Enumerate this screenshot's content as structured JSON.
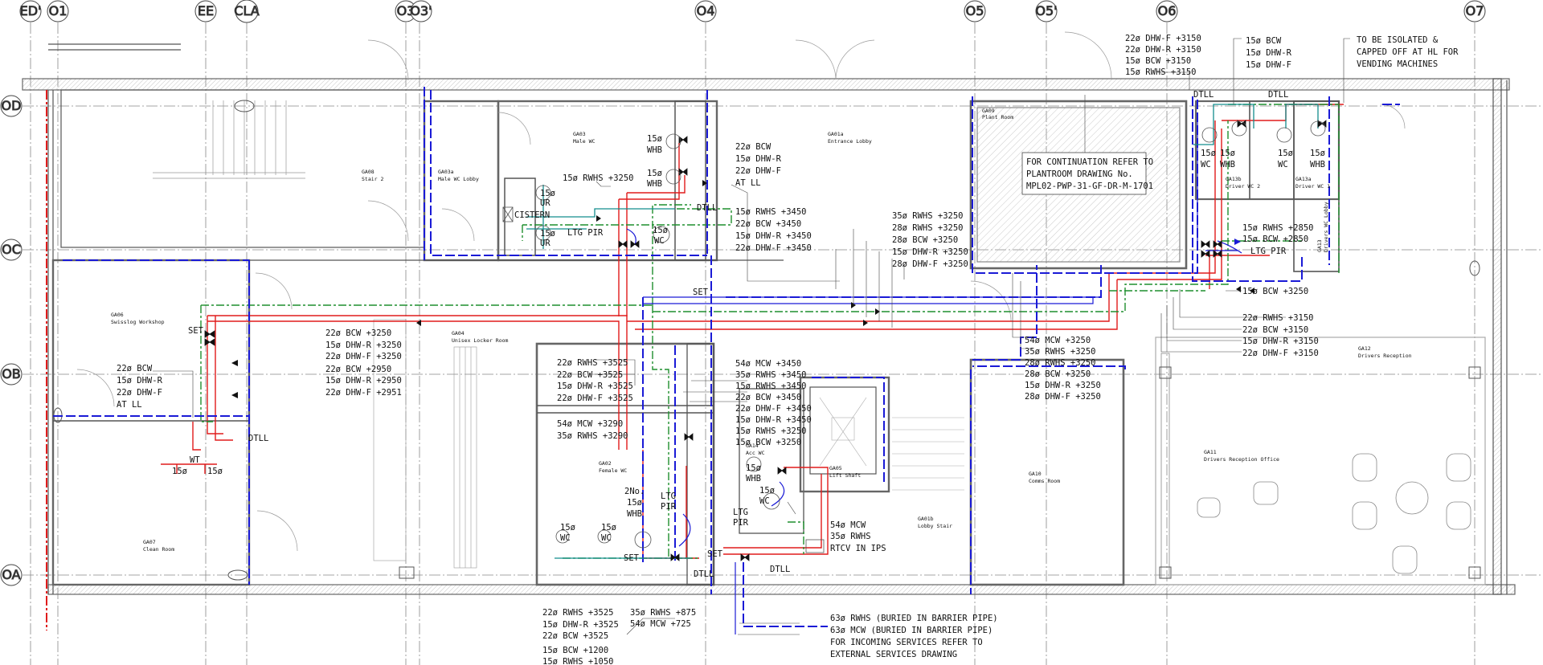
{
  "colors": {
    "bcw": "#1f8f2e",
    "hot": "#e01b1b",
    "rwhs": "#1a1ad6",
    "mcw": "#1a1ad6",
    "walls": "#555555",
    "grid": "#777777",
    "text": "#111111"
  },
  "grid": {
    "columns": [
      "ED'",
      "O1",
      "EE",
      "CLA",
      "O3",
      "O3'",
      "O4",
      "O5",
      "O5'",
      "O6",
      "O7"
    ],
    "rows": [
      "OD",
      "OC",
      "OB",
      "OA"
    ]
  },
  "rooms": {
    "ga08_code": "GA08",
    "ga08_name": "Stair 2",
    "ga03a_code": "GA03a",
    "ga03a_name": "Male WC Lobby",
    "ga03_code": "GA03",
    "ga03_name": "Male WC",
    "ga01a_code": "GA01a",
    "ga01a_name": "Entrance Lobby",
    "ga09_code": "GA09",
    "ga09_name": "Plant Room",
    "ga13b_code": "GA13b",
    "ga13b_name": "Driver WC 2",
    "ga13a_code": "GA13a",
    "ga13a_name": "Driver WC 1",
    "ga13_code": "GA13",
    "ga13_name": "Drivers WC Lobby",
    "ga06_code": "GA06",
    "ga06_name": "Swisslog Workshop",
    "ga04_code": "GA04",
    "ga04_name": "Unisex Locker Room",
    "ga02_code": "GA02",
    "ga02_name": "Female WC",
    "ga14_code": "GA14",
    "ga14_name": "Acc WC",
    "ga05_code": "GA05",
    "ga05_name": "Lift Shaft",
    "ga01b_code": "GA01b",
    "ga01b_name": "Lobby Stair",
    "ga10_code": "GA10",
    "ga10_name": "Comms Room",
    "ga11_code": "GA11",
    "ga11_name": "Drivers Reception Office",
    "ga12_code": "GA12",
    "ga12_name": "Drivers Reception",
    "ga07_code": "GA07",
    "ga07_name": "Clean Room"
  },
  "fixtures": {
    "whb": "WHB",
    "wc": "WC",
    "ur": "UR",
    "dia15": "15ø",
    "cistern": "CISTERN",
    "ltg_pir": "LTG PIR",
    "ltg": "LTG",
    "pir": "PIR",
    "set": "SET",
    "dtll": "DTLL",
    "wt": "WT",
    "two_no": "2No."
  },
  "notes": {
    "plantroom": [
      "FOR CONTINUATION REFER TO",
      "PLANTROOM DRAWING No.",
      "MPL02-PWP-31-GF-DR-M-1701"
    ],
    "vending": [
      "TO BE ISOLATED &",
      "CAPPED OFF AT HL FOR",
      "VENDING MACHINES"
    ],
    "incoming": [
      "63ø RWHS (BURIED IN BARRIER PIPE)",
      "63ø MCW (BURIED IN BARRIER PIPE)",
      "FOR INCOMING SERVICES REFER TO",
      "EXTERNAL SERVICES DRAWING"
    ]
  },
  "labels": {
    "male_wc_drops": [
      "22ø BCW",
      "15ø DHW-R",
      "22ø DHW-F",
      "AT LL"
    ],
    "rwhs_3250_male": "15ø RWHS +3250",
    "lobby_3450": [
      "15ø RWHS +3450",
      "22ø BCW +3450",
      "15ø DHW-R +3450",
      "22ø DHW-F +3450"
    ],
    "plant_3250": [
      "35ø RWHS +3250",
      "28ø RWHS +3250",
      "28ø BCW +3250",
      "15ø DHW-R +3250",
      "28ø DHW-F +3250"
    ],
    "driver_top": [
      "22ø DHW-F +3150",
      "22ø DHW-R +3150",
      "15ø BCW +3150",
      "15ø RWHS +3150"
    ],
    "driver_drops": [
      "15ø BCW",
      "15ø DHW-R",
      "15ø DHW-F"
    ],
    "driver_lobby": [
      "15ø RWHS +2850",
      "15ø BCW +2850"
    ],
    "bcw_3250_right": "15ø BCW +3250",
    "right_3150": [
      "22ø RWHS +3150",
      "22ø BCW +3150",
      "15ø DHW-R +3150",
      "22ø DHW-F +3150"
    ],
    "comms_3250": [
      "54ø MCW +3250",
      "35ø RWHS +3250",
      "28ø RWHS +3250",
      "28ø BCW +3250",
      "15ø DHW-R +3250",
      "28ø DHW-F +3250"
    ],
    "locker_mains": [
      "22ø BCW +3250",
      "15ø DHW-R +3250",
      "22ø DHW-F +3250",
      "22ø BCW +2950",
      "15ø DHW-R +2950",
      "22ø DHW-F +2951"
    ],
    "workshop_drops": [
      "22ø BCW",
      "15ø DHW-R",
      "22ø DHW-F",
      "AT LL"
    ],
    "female_3525": [
      "22ø RWHS +3525",
      "22ø BCW +3525",
      "15ø DHW-R +3525",
      "22ø DHW-F +3525"
    ],
    "female_3290": [
      "54ø MCW +3290",
      "35ø RWHS +3290"
    ],
    "lift_3450": [
      "54ø MCW +3450",
      "35ø RWHS +3450",
      "15ø RWHS +3450",
      "22ø BCW +3450",
      "22ø DHW-F +3450",
      "15ø DHW-R +3450",
      "15ø RWHS +3250",
      "15ø BCW +3250"
    ],
    "rtcv": [
      "54ø MCW",
      "35ø RWHS",
      "RTCV IN IPS"
    ],
    "bottom_3525": [
      "22ø RWHS +3525",
      "15ø DHW-R +3525",
      "22ø BCW +3525"
    ],
    "bottom_low": [
      "15ø BCW +1200",
      "15ø RWHS +1050"
    ],
    "bottom_875": [
      "35ø RWHS +875",
      "54ø MCW +725"
    ]
  }
}
